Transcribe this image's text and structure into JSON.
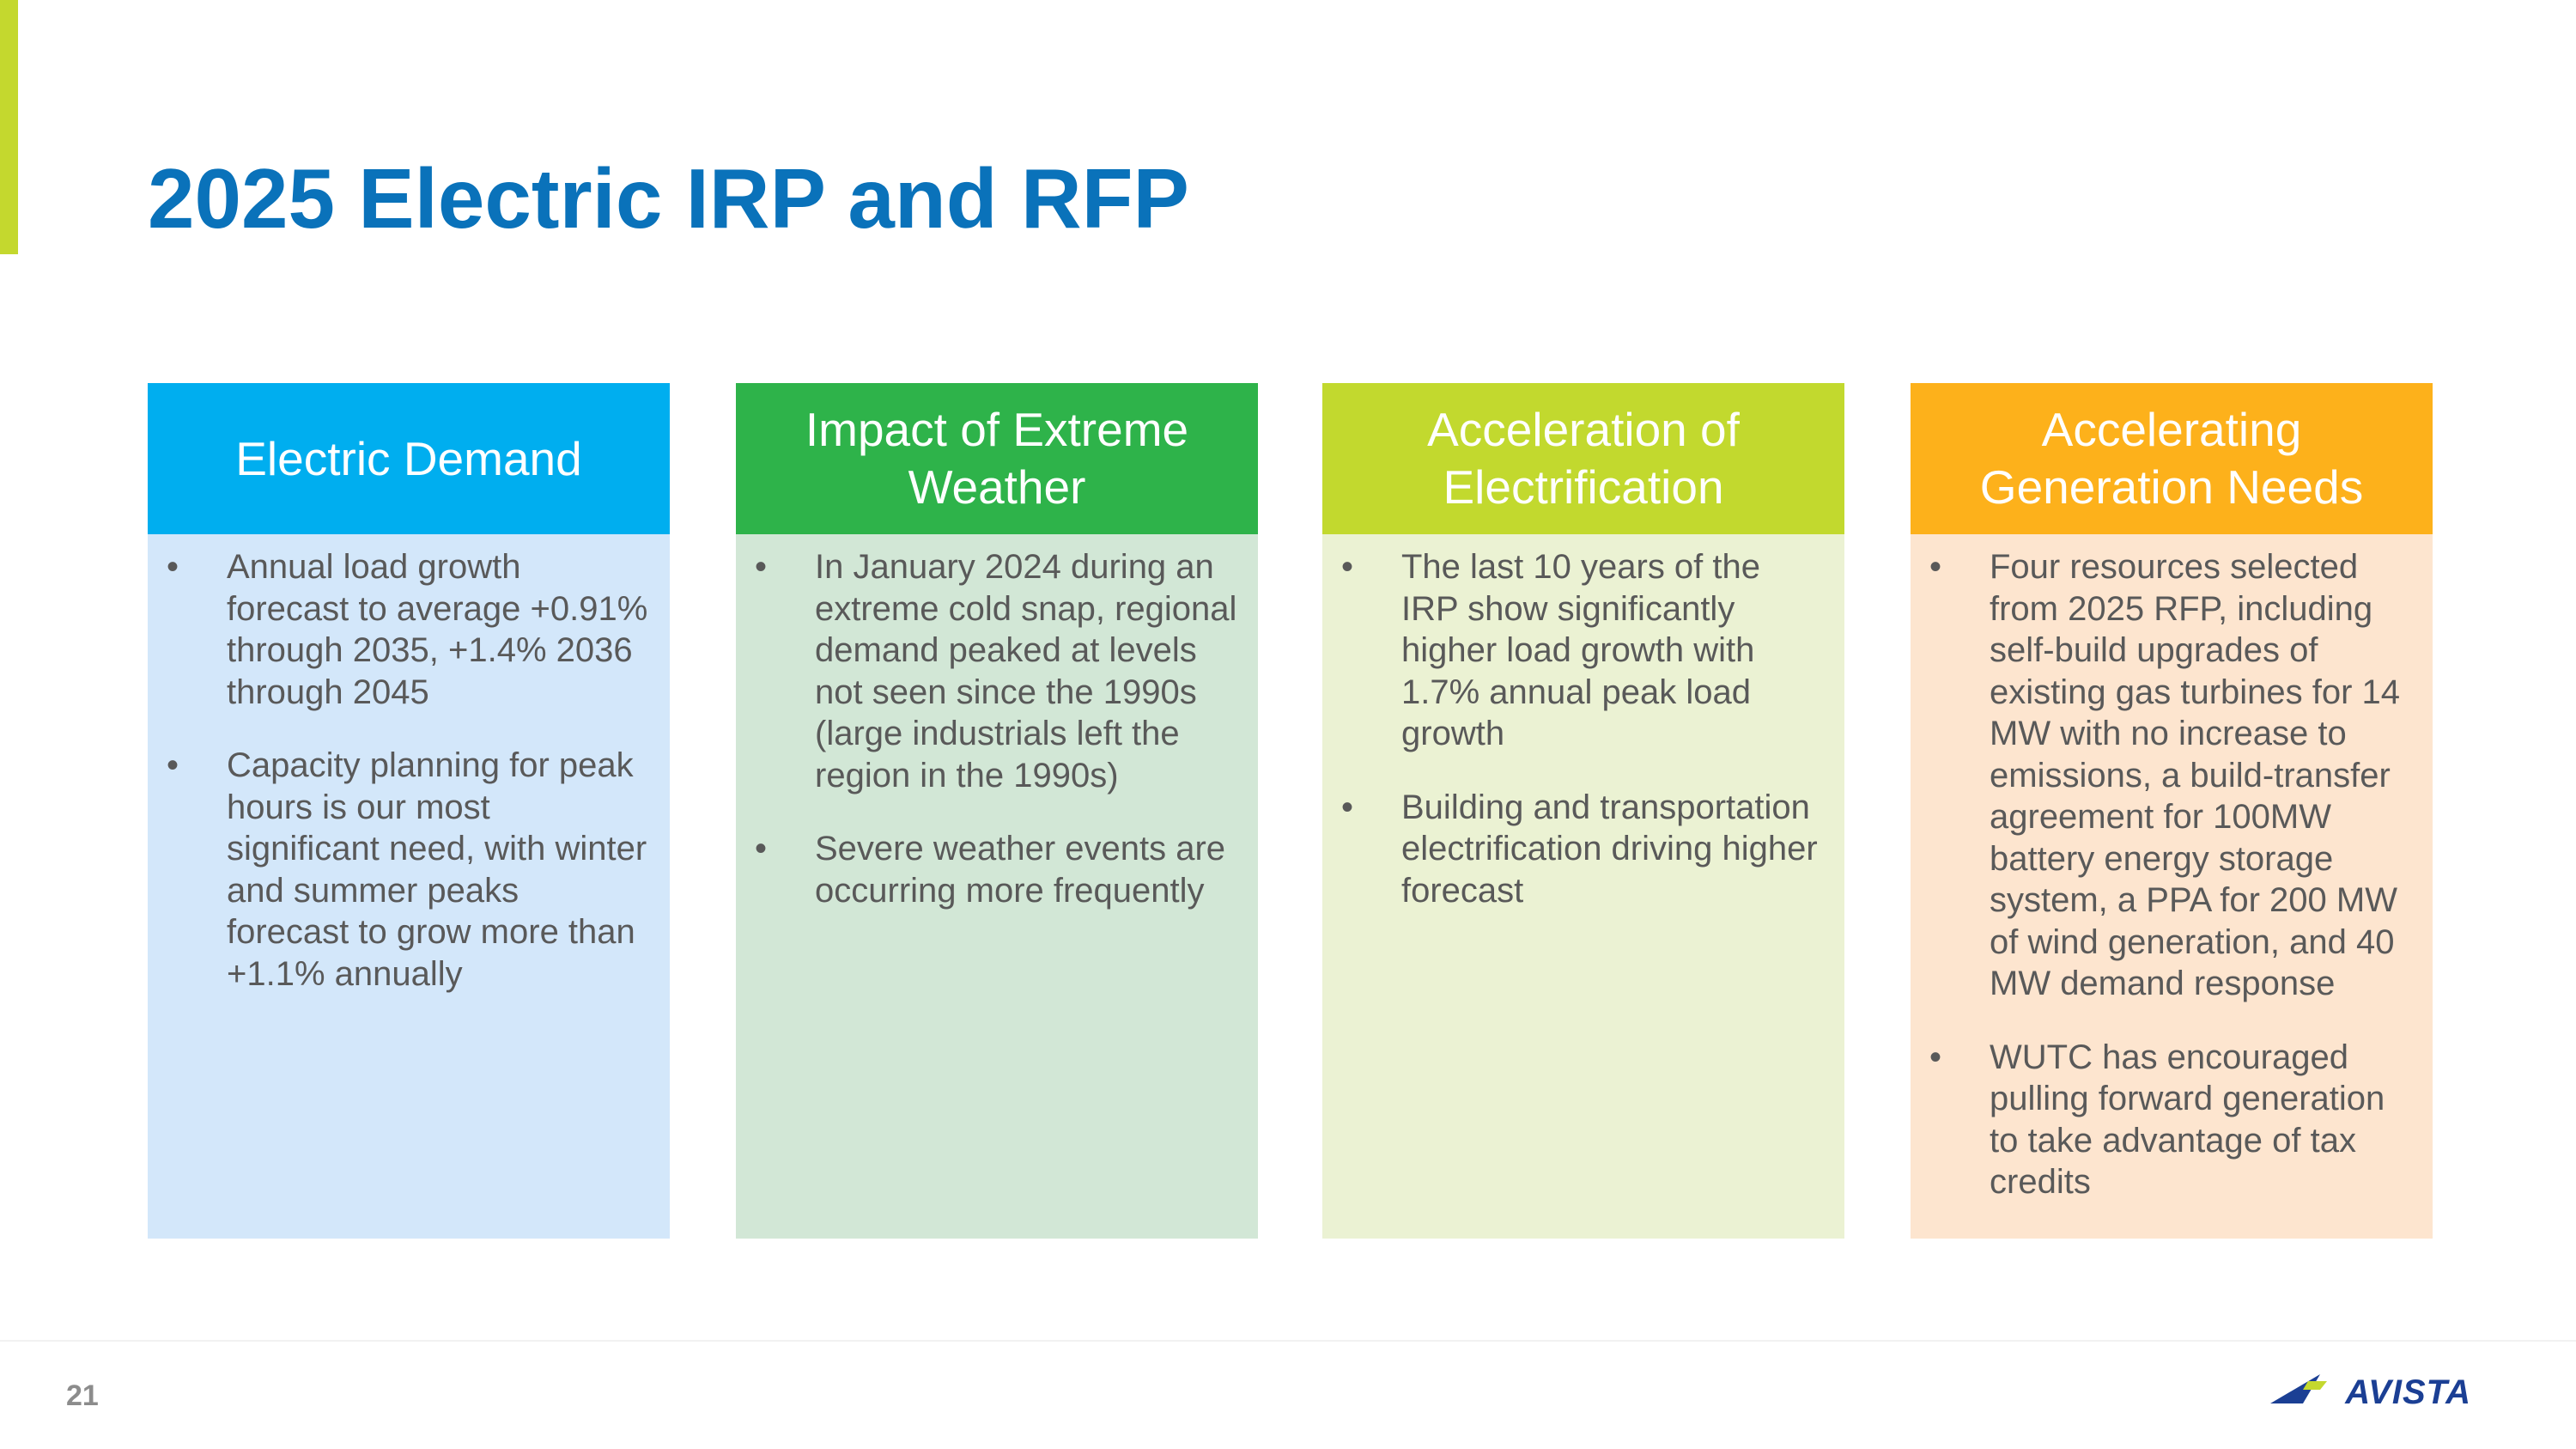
{
  "slide": {
    "title": "2025 Electric IRP and RFP",
    "page_number": "21",
    "logo_text": "AVISTA",
    "accent_color": "#c4d82e",
    "title_color": "#0a72ba"
  },
  "cards": [
    {
      "title": "Electric Demand",
      "header_color": "#00aeef",
      "body_color": "#d3e7fa",
      "bullets": [
        "Annual load growth forecast to average +0.91% through 2035, +1.4% 2036 through 2045",
        "Capacity planning for peak hours is our most significant need, with winter and summer peaks forecast to grow more than +1.1% annually"
      ]
    },
    {
      "title": "Impact of Extreme Weather",
      "header_color": "#2eb34a",
      "body_color": "#d2e7d6",
      "bullets": [
        "In January 2024 during an extreme cold snap, regional demand peaked at levels not seen since the 1990s (large industrials left the region in the 1990s)",
        "Severe weather events are occurring more frequently"
      ]
    },
    {
      "title": "Acceleration of Electrification",
      "header_color": "#c2d92e",
      "body_color": "#ebf2d3",
      "bullets": [
        "The last 10 years of the IRP show significantly higher load growth with 1.7% annual peak load growth",
        "Building and transportation electrification driving higher forecast"
      ]
    },
    {
      "title": "Accelerating Generation Needs",
      "header_color": "#fdb11b",
      "body_color": "#fde5cf",
      "bullets": [
        "Four resources selected from 2025 RFP, including self-build upgrades of existing gas turbines for 14 MW with no increase to emissions, a build-transfer agreement for 100MW battery energy storage system, a PPA for 200 MW of wind generation, and 40 MW demand response",
        "WUTC has encouraged pulling forward generation to take advantage of tax credits"
      ]
    }
  ]
}
